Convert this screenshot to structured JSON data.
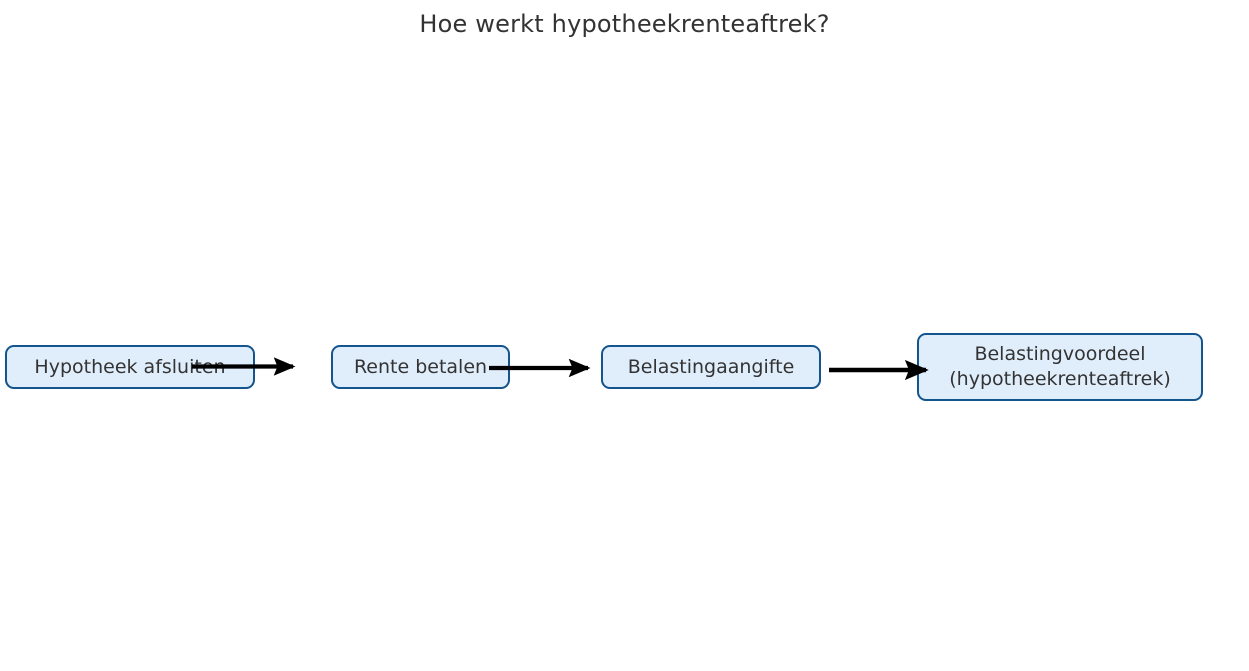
{
  "title": "Hoe werkt hypotheekrenteaftrek?",
  "diagram": {
    "type": "flowchart",
    "orientation": "left-to-right",
    "colors": {
      "node_fill": "#e0eefc",
      "node_border": "#15558d",
      "node_text": "#333333",
      "arrow": "#000000",
      "title_text": "#333333",
      "background": "#ffffff"
    },
    "nodes": [
      {
        "id": "hypotheek-afsluiten",
        "lines": [
          "Hypotheek afsluiten"
        ],
        "label": "Hypotheek afsluiten"
      },
      {
        "id": "rente-betalen",
        "lines": [
          "Rente betalen"
        ],
        "label": "Rente betalen"
      },
      {
        "id": "belastingaangifte",
        "lines": [
          "Belastingaangifte"
        ],
        "label": "Belastingaangifte"
      },
      {
        "id": "belastingvoordeel",
        "lines": [
          "Belastingvoordeel",
          "(hypotheekrenteaftrek)"
        ],
        "label": "Belastingvoordeel (hypotheekrenteaftrek)"
      }
    ],
    "edges": [
      {
        "id": "edge-1",
        "from": "hypotheek-afsluiten",
        "to": "rente-betalen",
        "label": ""
      },
      {
        "id": "edge-2",
        "from": "rente-betalen",
        "to": "belastingaangifte",
        "label": ""
      },
      {
        "id": "edge-3",
        "from": "belastingaangifte",
        "to": "belastingvoordeel",
        "label": ""
      }
    ]
  }
}
